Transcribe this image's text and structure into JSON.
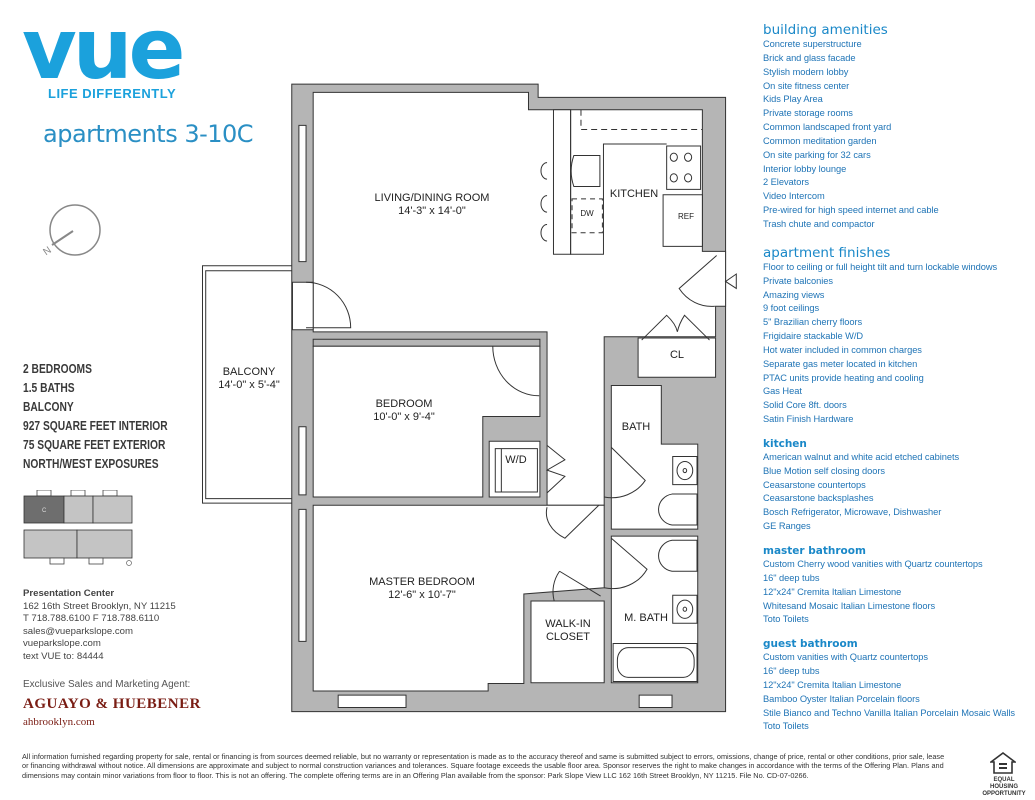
{
  "brand": {
    "logo": "vue",
    "tagline": "LIFE DIFFERENTLY",
    "title": "apartments 3-10C",
    "accent": "#1ba1dc"
  },
  "compass": {
    "label": "N"
  },
  "specs": [
    "2 BEDROOMS",
    "1.5 BATHS",
    "BALCONY",
    "927 SQUARE FEET INTERIOR",
    "75 SQUARE FEET EXTERIOR",
    "NORTH/WEST EXPOSURES"
  ],
  "keyplan": {
    "unit_label": "C"
  },
  "contact": {
    "heading": "Presentation Center",
    "lines": [
      "162 16th Street Brooklyn, NY 11215",
      "T 718.788.6100   F 718.788.6110",
      "sales@vueparkslope.com",
      "vueparkslope.com",
      "text VUE to: 84444"
    ]
  },
  "agent": {
    "label": "Exclusive Sales and Marketing Agent:",
    "name": "AGUAYO & HUEBENER",
    "url": "ahbrooklyn.com",
    "color": "#7a1d14"
  },
  "plan": {
    "rooms": [
      {
        "name": "LIVING/DINING ROOM",
        "dims": "14'-3\" x 14'-0\""
      },
      {
        "name": "KITCHEN"
      },
      {
        "name": "BALCONY",
        "dims": "14'-0\" x 5'-4\""
      },
      {
        "name": "BEDROOM",
        "dims": "10'-0\" x 9'-4\""
      },
      {
        "name": "MASTER BEDROOM",
        "dims": "12'-6\" x 10'-7\""
      },
      {
        "name": "CL"
      },
      {
        "name": "BATH"
      },
      {
        "name": "M. BATH"
      },
      {
        "name": "WALK-IN CLOSET"
      },
      {
        "name": "W/D"
      }
    ],
    "fixtures": {
      "dishwasher": "DW",
      "refrigerator": "REF"
    }
  },
  "sections": [
    {
      "heading": "building amenities",
      "items": [
        "Concrete superstructure",
        "Brick and glass facade",
        "Stylish modern lobby",
        "On site fitness center",
        "Kids Play Area",
        "Private storage rooms",
        "Common landscaped front yard",
        "Common meditation garden",
        "On site parking for 32 cars",
        "Interior lobby lounge",
        "2 Elevators",
        "Video Intercom",
        "Pre-wired for high speed internet and cable",
        "Trash chute and compactor"
      ]
    },
    {
      "heading": "apartment finishes",
      "items": [
        "Floor to ceiling or full height tilt and turn lockable windows",
        "Private balconies",
        "Amazing views",
        "9 foot ceilings",
        "5\" Brazilian cherry floors",
        "Frigidaire stackable W/D",
        "Hot water included in common charges",
        "Separate gas meter located in kitchen",
        "PTAC units provide heating and cooling",
        "Gas Heat",
        "Solid Core 8ft. doors",
        "Satin Finish Hardware"
      ]
    },
    {
      "heading": "kitchen",
      "items": [
        "American walnut and white acid etched cabinets",
        "Blue Motion self closing doors",
        "Ceasarstone countertops",
        "Ceasarstone backsplashes",
        "Bosch Refrigerator, Microwave, Dishwasher",
        "GE Ranges"
      ]
    },
    {
      "heading": "master bathroom",
      "items": [
        "Custom Cherry wood vanities with Quartz countertops",
        "16\" deep tubs",
        "12\"x24\" Cremita  Italian Limestone",
        "Whitesand Mosaic Italian Limestone floors",
        "Toto Toilets"
      ]
    },
    {
      "heading": "guest bathroom",
      "items": [
        "Custom vanities with Quartz countertops",
        "16\" deep tubs",
        "12\"x24\" Cremita Italian Limestone",
        "Bamboo Oyster Italian Porcelain floors",
        "Stile Bianco and Techno Vanilla Italian Porcelain Mosaic Walls",
        "Toto Toilets"
      ]
    }
  ],
  "disclaimer": "All information furnished regarding property for sale, rental or financing is from sources deemed reliable, but no warranty or representation is made as to the accuracy thereof and same is submitted subject to errors, omissions, change of price, rental or other conditions, prior sale, lease or financing withdrawal without notice. All dimensions are approximate and subject to normal construction variances and tolerances. Square footage exceeds the usable floor area. Sponsor reserves the right to make changes in accordance with the terms of the Offering Plan. Plans and dimensions may contain minor variations from floor to floor. This is not an offering. The complete offering terms are in an Offering Plan available from the sponsor: Park Slope View LLC 162 16th Street Brooklyn, NY 11215. File No. CD-07-0266.",
  "equal_housing": {
    "label": "EQUAL HOUSING OPPORTUNITY"
  }
}
